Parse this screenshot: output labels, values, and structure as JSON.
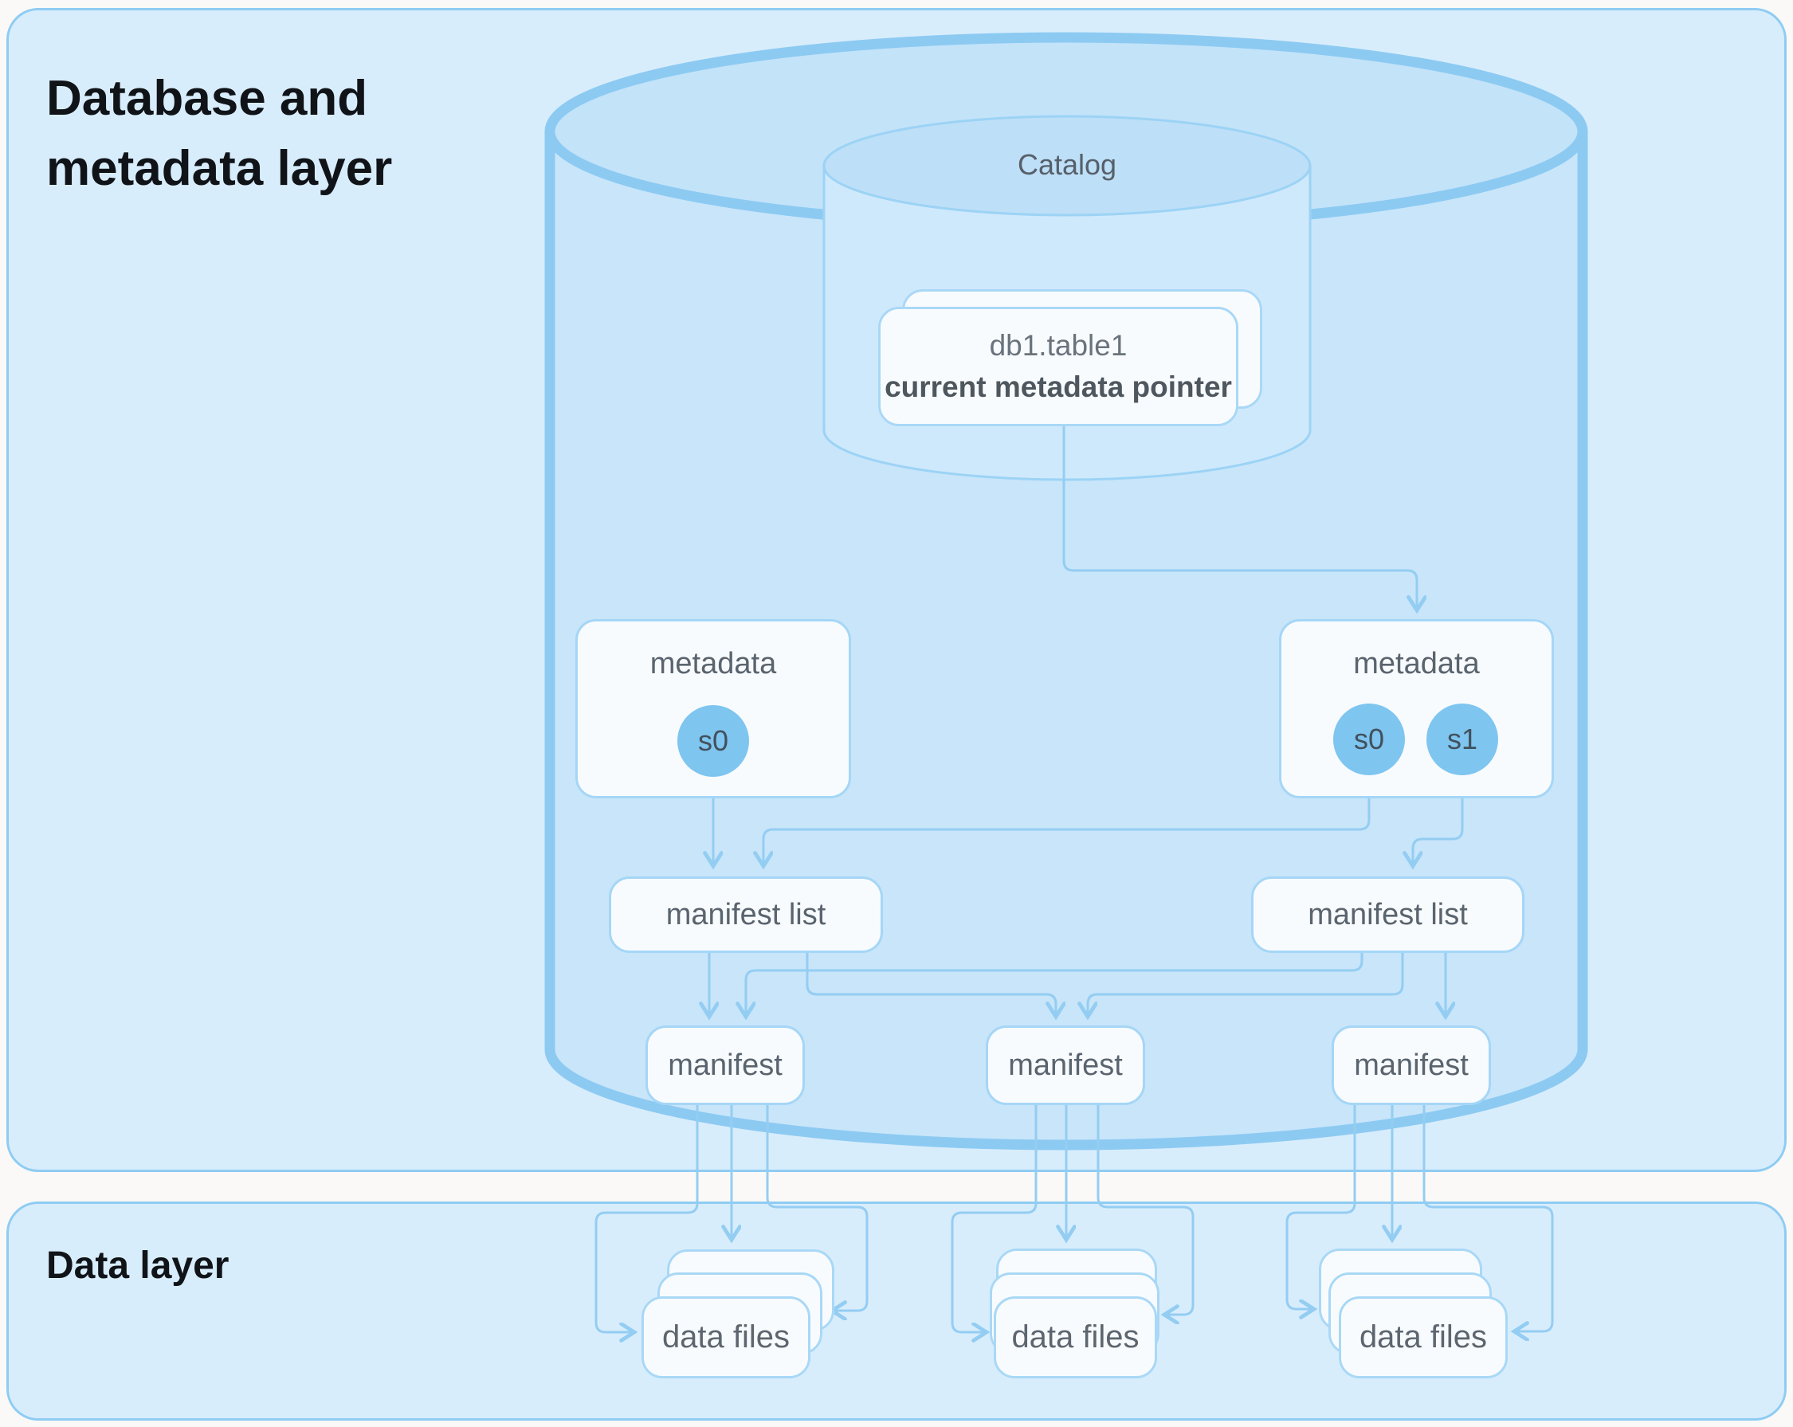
{
  "layers": {
    "metadata": {
      "title": "Database and metadata layer"
    },
    "data": {
      "title": "Data layer"
    }
  },
  "catalog": {
    "label": "Catalog",
    "pointer_card": {
      "table": "db1.table1",
      "caption": "current metadata pointer"
    }
  },
  "metadata_files": [
    {
      "label": "metadata",
      "snapshots": [
        "s0"
      ]
    },
    {
      "label": "metadata",
      "snapshots": [
        "s0",
        "s1"
      ]
    }
  ],
  "manifest_lists": [
    {
      "label": "manifest list"
    },
    {
      "label": "manifest list"
    }
  ],
  "manifests": [
    {
      "label": "manifest"
    },
    {
      "label": "manifest"
    },
    {
      "label": "manifest"
    }
  ],
  "data_file_stacks": [
    {
      "label": "data files"
    },
    {
      "label": "data files"
    },
    {
      "label": "data files"
    }
  ],
  "edges": [
    "catalog-pointer-card -> metadata-file-right",
    "metadata-left-s0 -> manifest-list-left",
    "metadata-right-s0 -> manifest-list-left",
    "metadata-right-s1 -> manifest-list-right",
    "manifest-list-left -> manifest-1",
    "manifest-list-left -> manifest-2",
    "manifest-list-right -> manifest-1",
    "manifest-list-right -> manifest-2",
    "manifest-list-right -> manifest-3",
    "manifest-1 -> data-files-stack-1",
    "manifest-2 -> data-files-stack-2",
    "manifest-3 -> data-files-stack-3"
  ],
  "colors": {
    "page_background": "#faf9f7",
    "panel_fill": "#d8edfc",
    "panel_border": "#8fccf3",
    "cylinder_fill": "#c8e5fa",
    "cylinder_stroke": "#8ccaf2",
    "inner_cylinder_fill": "#cfe9fc",
    "node_fill": "#f8fbfe",
    "node_border": "#a5d6f6",
    "snapshot_circle": "#7ec5f0",
    "arrow_line": "#94cdf2",
    "title_text": "#101418",
    "label_text": "#5a646e"
  }
}
